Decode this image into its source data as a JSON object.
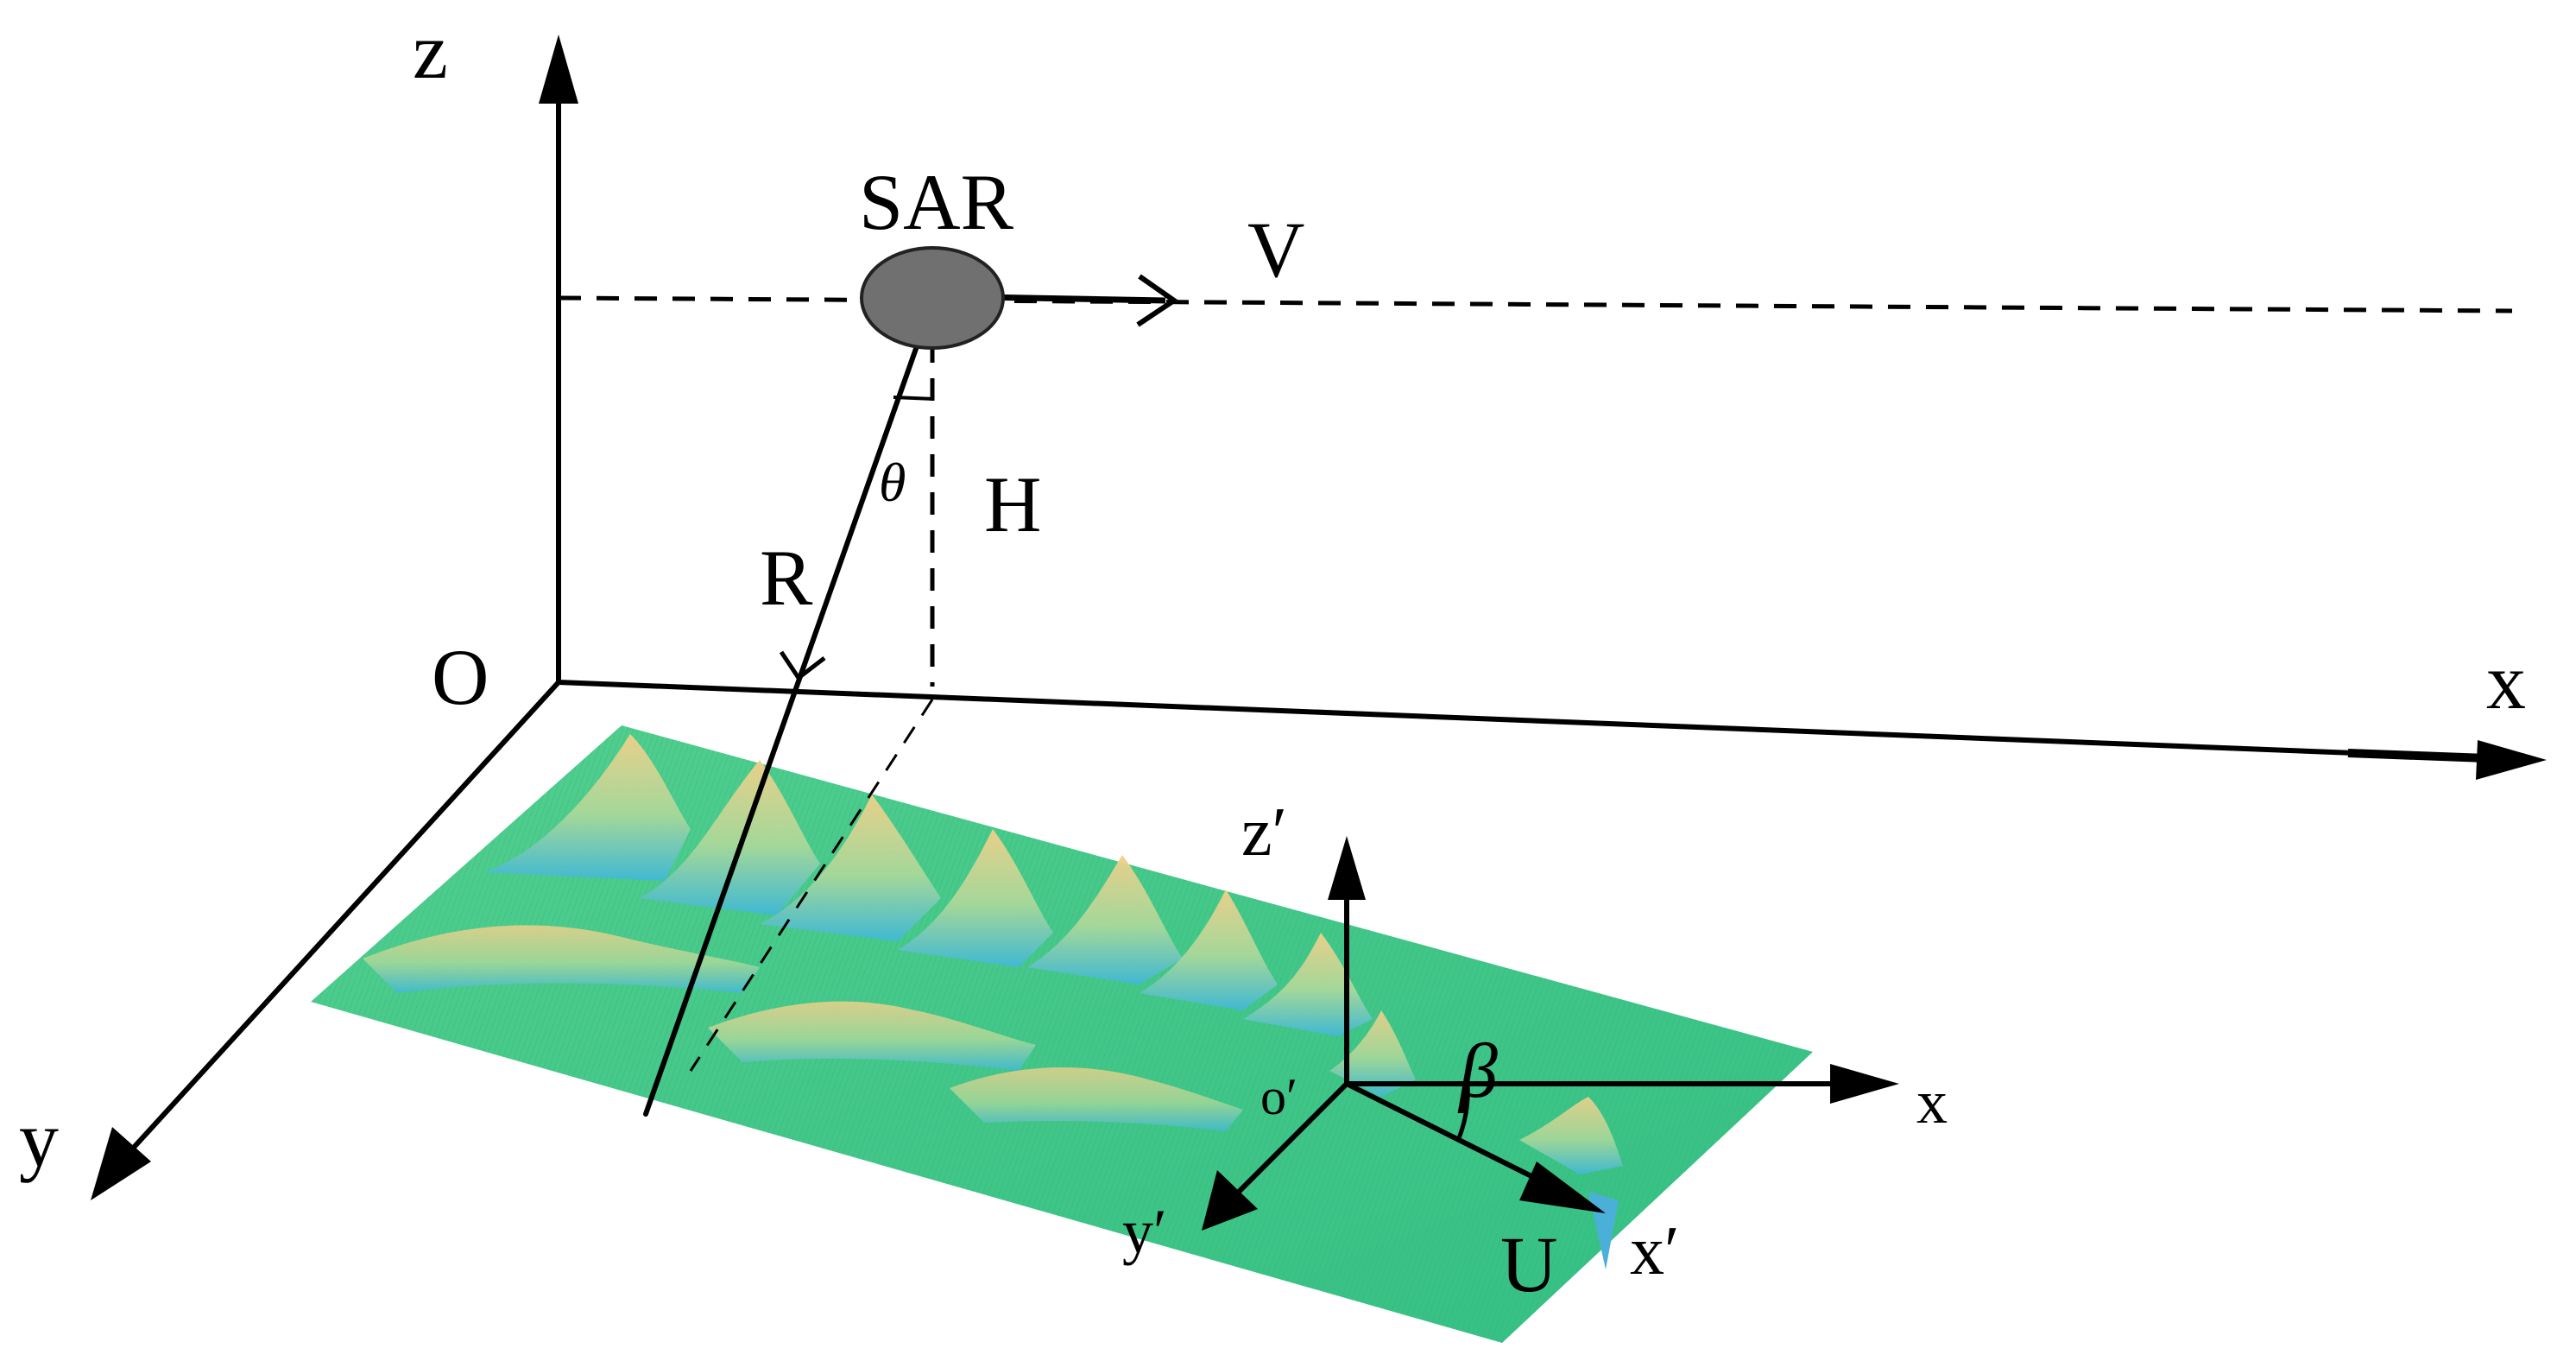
{
  "labels": {
    "z": "z",
    "x": "x",
    "y": "y",
    "origin": "O",
    "sar": "SAR",
    "velocity": "V",
    "height": "H",
    "range": "R",
    "theta": "θ",
    "z_prime": "z′",
    "x_local": "x",
    "o_prime": "o′",
    "beta": "β",
    "y_prime": "y′",
    "current": "U",
    "x_prime": "x′"
  },
  "colors": {
    "sea_base": "#3fc88a",
    "wave_crest": "#e8c874",
    "wave_trough": "#4ab0d8",
    "sar_platform": "#707070",
    "axis": "#000000"
  }
}
